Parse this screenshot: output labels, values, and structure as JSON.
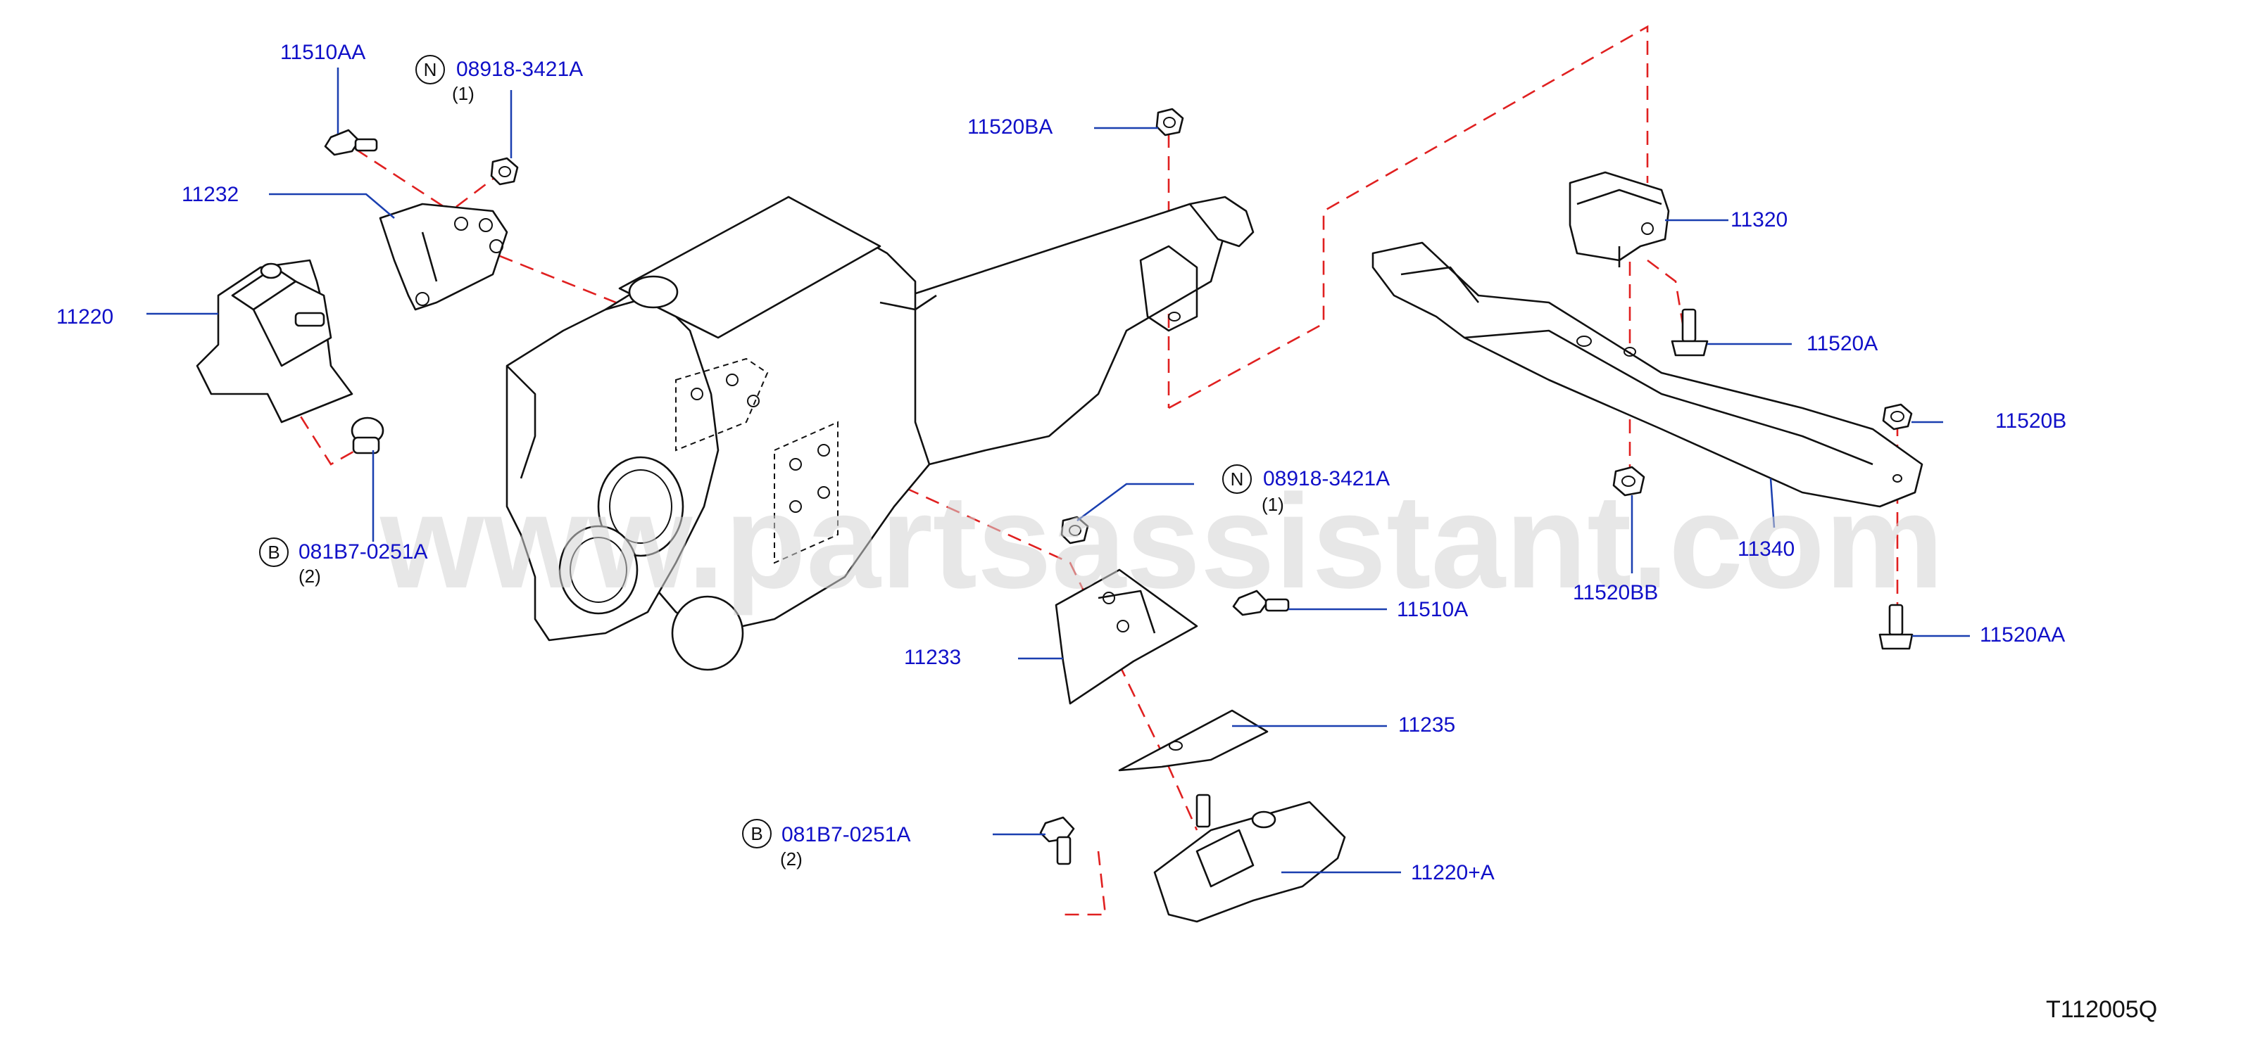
{
  "labels": {
    "p11510AA": "11510AA",
    "p08918_top": "08918-3421A",
    "q_top_n": "(1)",
    "p11232": "11232",
    "p11220": "11220",
    "p081B7_left": "081B7-0251A",
    "q_left_b": "(2)",
    "p11520BA": "11520BA",
    "p11320": "11320",
    "p11520A": "11520A",
    "p11520B": "11520B",
    "p11340": "11340",
    "p11520BB": "11520BB",
    "p11520AA": "11520AA",
    "p08918_mid": "08918-3421A",
    "q_mid_n": "(1)",
    "p11510A": "11510A",
    "p11233": "11233",
    "p11235": "11235",
    "p081B7_bottom": "081B7-0251A",
    "q_bottom_b": "(2)",
    "p11220A": "11220+A"
  },
  "badges": {
    "nut": "N",
    "bolt": "B"
  },
  "watermark": "www.partsassistant.com",
  "diagram_code": "T112005Q",
  "colors": {
    "label_text": "#1010c8",
    "leader_line": "#1a3fb0",
    "phantom_line": "#e02020",
    "outline": "#111111",
    "watermark": "#d4d4d4"
  }
}
